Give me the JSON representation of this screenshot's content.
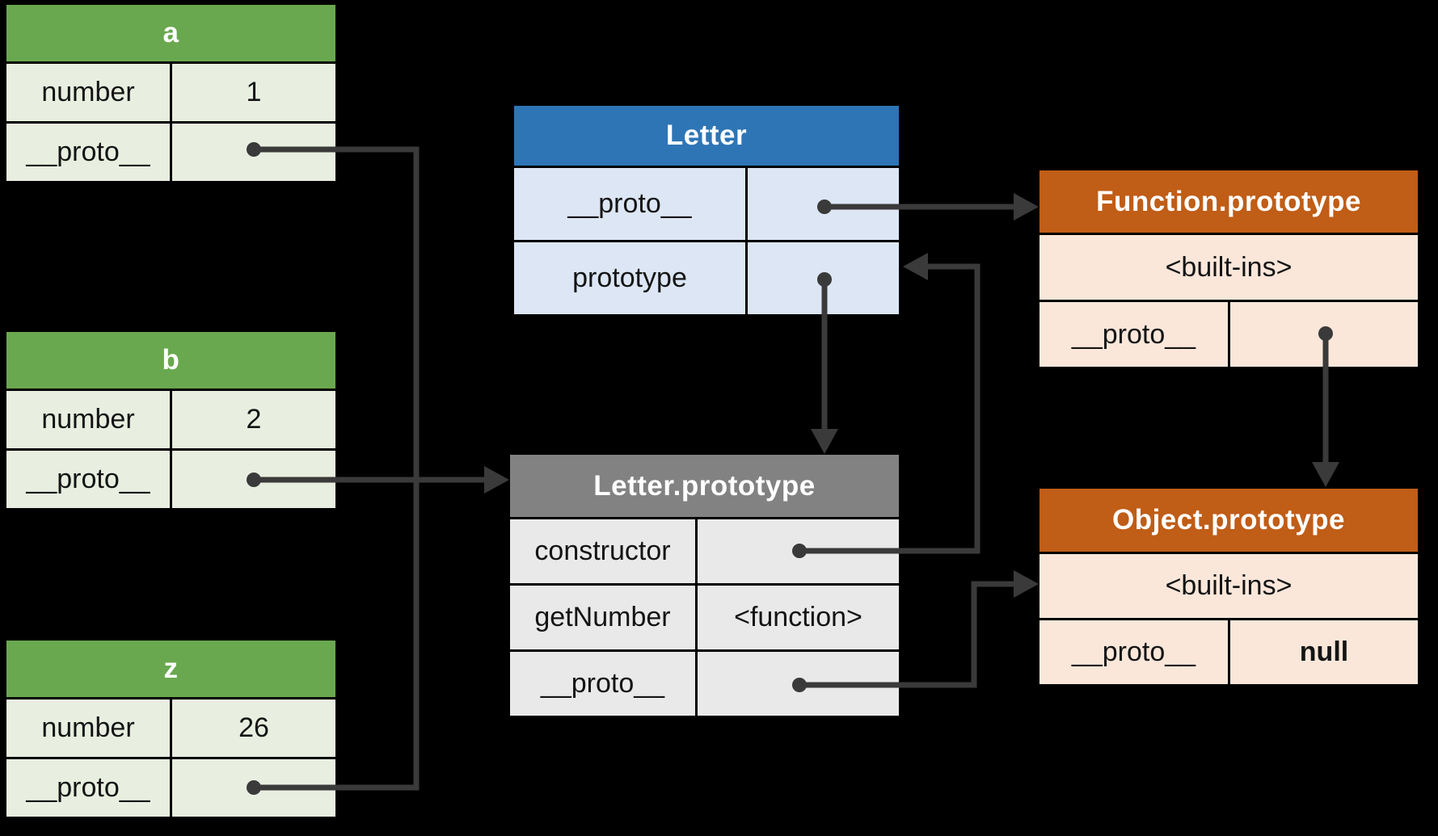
{
  "colors": {
    "background": "#000000",
    "green_header": "#6aa84f",
    "green_cell": "#e8efe0",
    "blue_header": "#2e75b6",
    "blue_cell": "#dce6f4",
    "gray_header": "#828282",
    "gray_cell": "#e9e9e9",
    "orange_header": "#c05d17",
    "orange_cell": "#fae7da",
    "arrow": "#3a3a3a",
    "header_text": "#ffffff",
    "cell_text": "#141414",
    "border": "#000000"
  },
  "tables": {
    "a": {
      "title": "a",
      "rows": [
        {
          "key": "number",
          "value": "1"
        },
        {
          "key": "__proto__",
          "value": ""
        }
      ]
    },
    "b": {
      "title": "b",
      "rows": [
        {
          "key": "number",
          "value": "2"
        },
        {
          "key": "__proto__",
          "value": ""
        }
      ]
    },
    "z": {
      "title": "z",
      "rows": [
        {
          "key": "number",
          "value": "26"
        },
        {
          "key": "__proto__",
          "value": ""
        }
      ]
    },
    "letter": {
      "title": "Letter",
      "rows": [
        {
          "key": "__proto__",
          "value": ""
        },
        {
          "key": "prototype",
          "value": ""
        }
      ]
    },
    "letter_prototype": {
      "title": "Letter.prototype",
      "rows": [
        {
          "key": "constructor",
          "value": ""
        },
        {
          "key": "getNumber",
          "value": "<function>"
        },
        {
          "key": "__proto__",
          "value": ""
        }
      ]
    },
    "function_prototype": {
      "title": "Function.prototype",
      "rows": [
        {
          "key": "<built-ins>",
          "value": ""
        },
        {
          "key": "__proto__",
          "value": ""
        }
      ]
    },
    "object_prototype": {
      "title": "Object.prototype",
      "rows": [
        {
          "key": "<built-ins>",
          "value": ""
        },
        {
          "key": "__proto__",
          "value": "null"
        }
      ]
    }
  },
  "arrows": [
    {
      "from": "a.__proto__",
      "to": "Letter.prototype"
    },
    {
      "from": "b.__proto__",
      "to": "Letter.prototype"
    },
    {
      "from": "z.__proto__",
      "to": "Letter.prototype"
    },
    {
      "from": "Letter.__proto__",
      "to": "Function.prototype"
    },
    {
      "from": "Letter.prototype",
      "to": "Letter.prototype (object)"
    },
    {
      "from": "Letter.prototype.constructor",
      "to": "Letter"
    },
    {
      "from": "Letter.prototype.__proto__",
      "to": "Object.prototype"
    },
    {
      "from": "Function.prototype.__proto__",
      "to": "Object.prototype"
    }
  ]
}
